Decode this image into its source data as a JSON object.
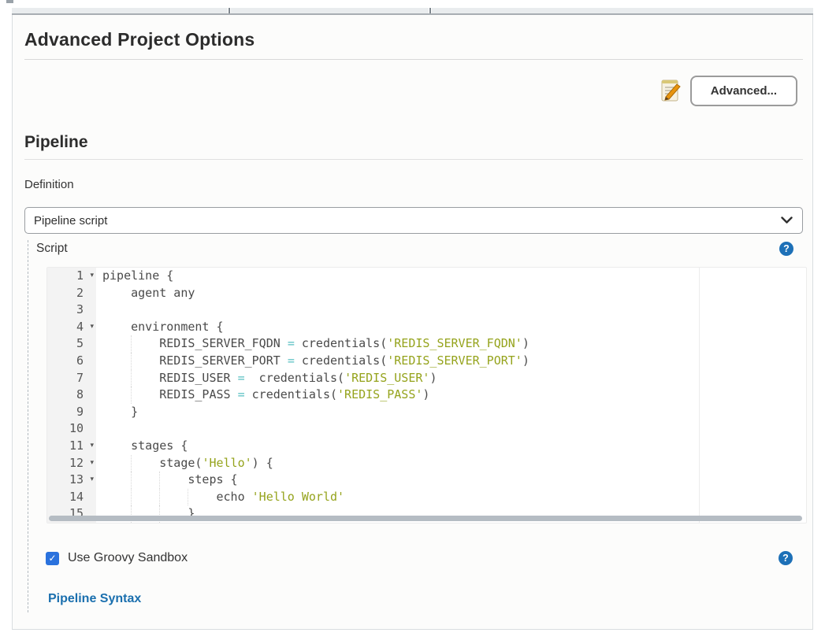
{
  "page": {
    "section_title": "Advanced Project Options",
    "advanced_button": "Advanced...",
    "pipeline_title": "Pipeline",
    "definition_label": "Definition",
    "definition_selected": "Pipeline script",
    "script_label": "Script",
    "sandbox_label": "Use Groovy Sandbox",
    "sandbox_checked": true,
    "pipeline_syntax_link": "Pipeline Syntax"
  },
  "icons": {
    "help_glyph": "?",
    "check_glyph": "✓",
    "fold_glyph": "▾",
    "edit_note": "notepad-pencil-icon",
    "chevron": "chevron-down-icon"
  },
  "colors": {
    "help_icon_bg": "#1d70b7",
    "checkbox_bg": "#2a72dd",
    "link_blue": "#1a6fae",
    "syntax_operator": "#57bfc2",
    "syntax_string": "#95a31c",
    "code_text": "#4a4a4a"
  },
  "editor": {
    "lines": [
      {
        "n": 1,
        "fold": true,
        "s": [
          {
            "t": "pipeline {"
          }
        ]
      },
      {
        "n": 2,
        "fold": false,
        "s": [
          {
            "t": "    agent any"
          }
        ]
      },
      {
        "n": 3,
        "fold": false,
        "s": []
      },
      {
        "n": 4,
        "fold": true,
        "s": [
          {
            "t": "    environment {"
          }
        ]
      },
      {
        "n": 5,
        "fold": false,
        "s": [
          {
            "t": "        REDIS_SERVER_FQDN "
          },
          {
            "t": "=",
            "c": "op"
          },
          {
            "t": " credentials("
          },
          {
            "t": "'REDIS_SERVER_FQDN'",
            "c": "str"
          },
          {
            "t": ")"
          }
        ]
      },
      {
        "n": 6,
        "fold": false,
        "s": [
          {
            "t": "        REDIS_SERVER_PORT "
          },
          {
            "t": "=",
            "c": "op"
          },
          {
            "t": " credentials("
          },
          {
            "t": "'REDIS_SERVER_PORT'",
            "c": "str"
          },
          {
            "t": ")"
          }
        ]
      },
      {
        "n": 7,
        "fold": false,
        "s": [
          {
            "t": "        REDIS_USER "
          },
          {
            "t": "=",
            "c": "op"
          },
          {
            "t": "  credentials("
          },
          {
            "t": "'REDIS_USER'",
            "c": "str"
          },
          {
            "t": ")"
          }
        ]
      },
      {
        "n": 8,
        "fold": false,
        "s": [
          {
            "t": "        REDIS_PASS "
          },
          {
            "t": "=",
            "c": "op"
          },
          {
            "t": " credentials("
          },
          {
            "t": "'REDIS_PASS'",
            "c": "str"
          },
          {
            "t": ")"
          }
        ]
      },
      {
        "n": 9,
        "fold": false,
        "s": [
          {
            "t": "    }"
          }
        ]
      },
      {
        "n": 10,
        "fold": false,
        "s": []
      },
      {
        "n": 11,
        "fold": true,
        "s": [
          {
            "t": "    stages {"
          }
        ]
      },
      {
        "n": 12,
        "fold": true,
        "s": [
          {
            "t": "        stage("
          },
          {
            "t": "'Hello'",
            "c": "str"
          },
          {
            "t": ") {"
          }
        ]
      },
      {
        "n": 13,
        "fold": true,
        "s": [
          {
            "t": "            steps {"
          }
        ]
      },
      {
        "n": 14,
        "fold": false,
        "s": [
          {
            "t": "                echo "
          },
          {
            "t": "'Hello World'",
            "c": "str"
          }
        ]
      },
      {
        "n": 15,
        "fold": false,
        "s": [
          {
            "t": "            }"
          }
        ]
      }
    ]
  }
}
